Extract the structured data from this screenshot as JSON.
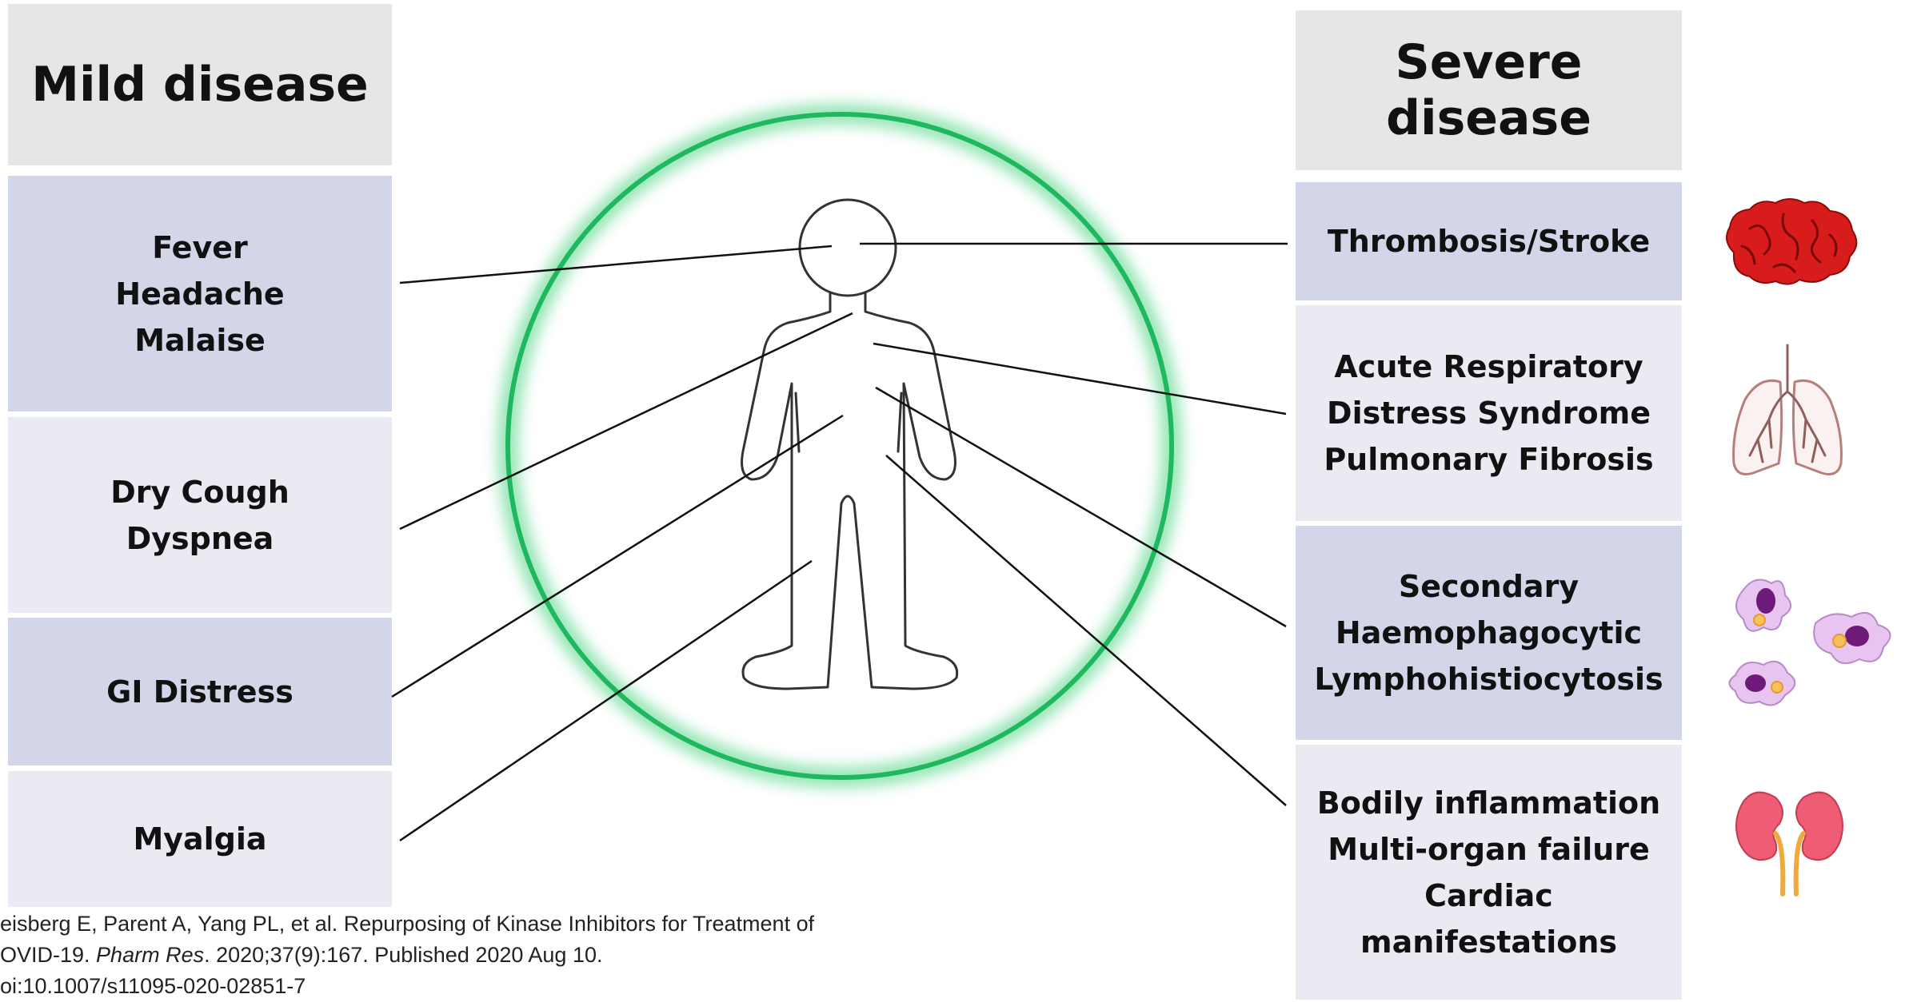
{
  "mild": {
    "header": "Mild disease",
    "items": [
      {
        "lines": [
          "Fever",
          "Headache",
          "Malaise"
        ]
      },
      {
        "lines": [
          "Dry Cough",
          "Dyspnea"
        ]
      },
      {
        "lines": [
          "GI Distress"
        ]
      },
      {
        "lines": [
          "Myalgia"
        ]
      }
    ]
  },
  "severe": {
    "header": "Severe disease",
    "items": [
      {
        "lines": [
          "Thrombosis/Stroke"
        ],
        "icon": "brain-icon"
      },
      {
        "lines": [
          "Acute Respiratory",
          "Distress Syndrome",
          "Pulmonary Fibrosis"
        ],
        "icon": "lungs-icon"
      },
      {
        "lines": [
          "Secondary",
          "Haemophagocytic",
          "Lymphohistiocytosis"
        ],
        "icon": "macrophage-cells-icon"
      },
      {
        "lines": [
          "Bodily inflammation",
          "Multi-organ failure",
          "Cardiac",
          "manifestations"
        ],
        "icon": "kidneys-icon"
      }
    ]
  },
  "citation": {
    "line1": "eisberg E, Parent A, Yang PL, et al. Repurposing of Kinase Inhibitors for Treatment of",
    "line2_pre": "OVID-19. ",
    "line2_journal": "Pharm Res",
    "line2_post": ". 2020;37(9):167. Published 2020 Aug 10.",
    "line3": "oi:10.1007/s11095-020-02851-7"
  },
  "colors": {
    "header_bg": "#e6e6e6",
    "box_dark": "#d2d6e8",
    "box_light": "#e9eaf2",
    "circle_glow": "#2ec46b",
    "brain": "#d81b1b",
    "lungs": "#c89a96",
    "cells": "#d9a6e6",
    "kidneys": "#ee5d74"
  }
}
